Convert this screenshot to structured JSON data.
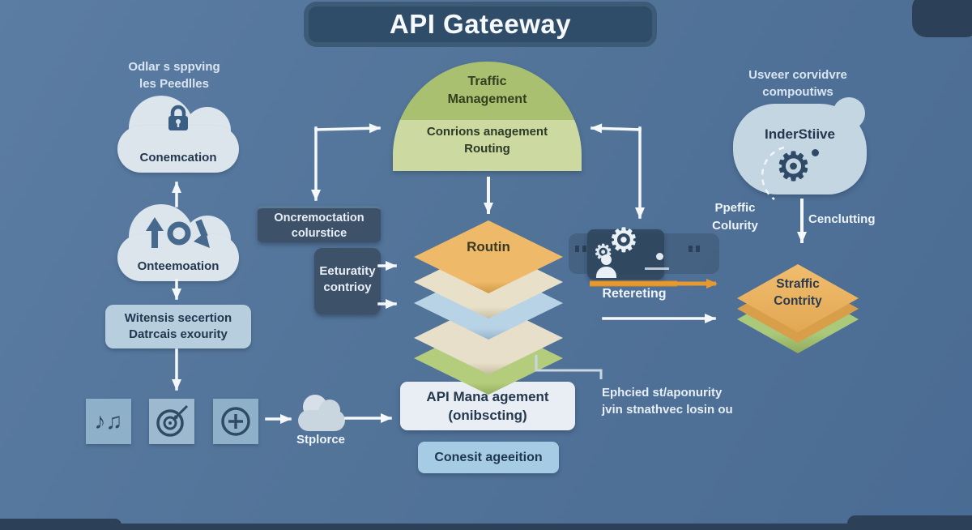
{
  "title": "API Gateeway",
  "left": {
    "caption": "Odlar s sppving\nles Peedlles",
    "cloud_secure_label": "Conemcation",
    "cloud_sync_label": "Onteemoation",
    "security_box_label": "Witensis secertion\nDatrcais exourity",
    "stplorce_label": "Stplorce"
  },
  "center": {
    "dome_title": "Traffic\nManagement",
    "dome_subtitle": "Conrions anagement\nRouting",
    "config_box_label": "Oncremoctation\ncolurstice",
    "security_control_label": "Eeturatity\ncontrioy",
    "stack_label": "Routin",
    "api_box_label": "API Mana agement\n(onibscting)",
    "consent_box_label": "Conesit ageeition",
    "note": "Ephcied st/aponurity\njvin stnathvec losin ou"
  },
  "right": {
    "caption": "Usveer corvidvre\ncompoutiws",
    "cloud_label": "InderStiive",
    "label_left": "Ppeffic\nColurity",
    "label_right": "Cenclutting",
    "process_label": "Retereting",
    "diamond_label": "Straffic\nContrity"
  },
  "icons": {
    "music_glyph": "♪♫",
    "gear_glyph": "⚙"
  },
  "colors": {
    "background": "#53769e",
    "banner": "#2f4c68",
    "dome_green": "#a9c070",
    "dome_light": "#ccd9a1",
    "layer_orange": "#ebb35f",
    "layer_cream": "#e9e1cc",
    "layer_blue": "#b9d3e6",
    "layer_green": "#b4cd7d",
    "dark_panel": "#3d5269",
    "cloud": "#dce5ec",
    "light_box": "#b7cedf",
    "api_box": "#e9eef4",
    "consent_box": "#a6cbe5",
    "icon_square": "#8fb0c9",
    "arrow_orange": "#e8992e",
    "edge_dark": "#2c4157"
  }
}
